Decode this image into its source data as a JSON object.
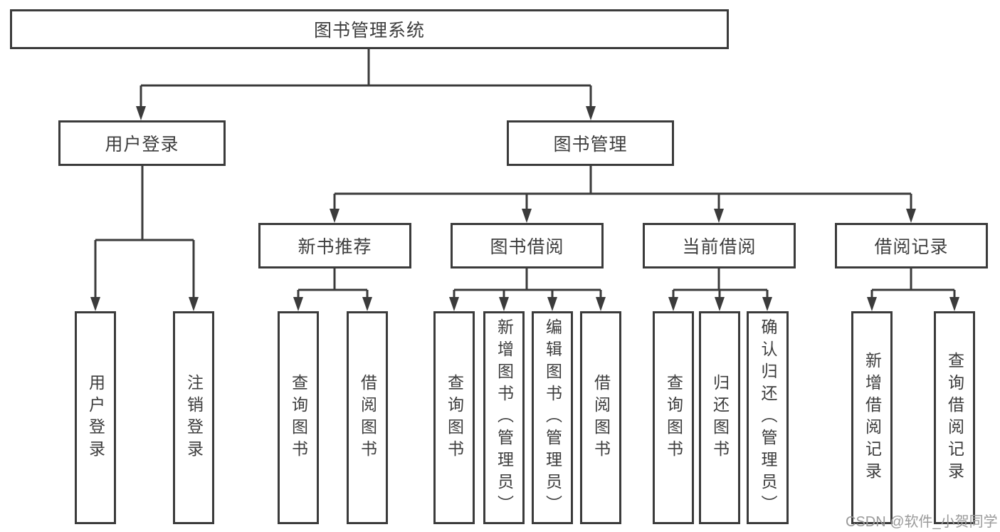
{
  "diagram": {
    "root": {
      "label": "图书管理系统"
    },
    "level2": [
      {
        "label": "用户登录"
      },
      {
        "label": "图书管理"
      }
    ],
    "level3": [
      {
        "label": "新书推荐"
      },
      {
        "label": "图书借阅"
      },
      {
        "label": "当前借阅"
      },
      {
        "label": "借阅记录"
      }
    ],
    "leaves": [
      {
        "label": "用户登录"
      },
      {
        "label": "注销登录"
      },
      {
        "label": "查询图书"
      },
      {
        "label": "借阅图书"
      },
      {
        "label": "查询图书"
      },
      {
        "label": "新增图书（管理员）"
      },
      {
        "label": "编辑图书（管理员）"
      },
      {
        "label": "借阅图书"
      },
      {
        "label": "查询图书"
      },
      {
        "label": "归还图书"
      },
      {
        "label": "确认归还（管理员）"
      },
      {
        "label": "新增借阅记录"
      },
      {
        "label": "查询借阅记录"
      }
    ]
  },
  "watermark": {
    "text": "CSDN @软件_小贺同学"
  },
  "colors": {
    "line": "#3b3b3b",
    "text": "#3d3d3d",
    "box_background": "#ffffff",
    "watermark": "#9a9a9a"
  }
}
